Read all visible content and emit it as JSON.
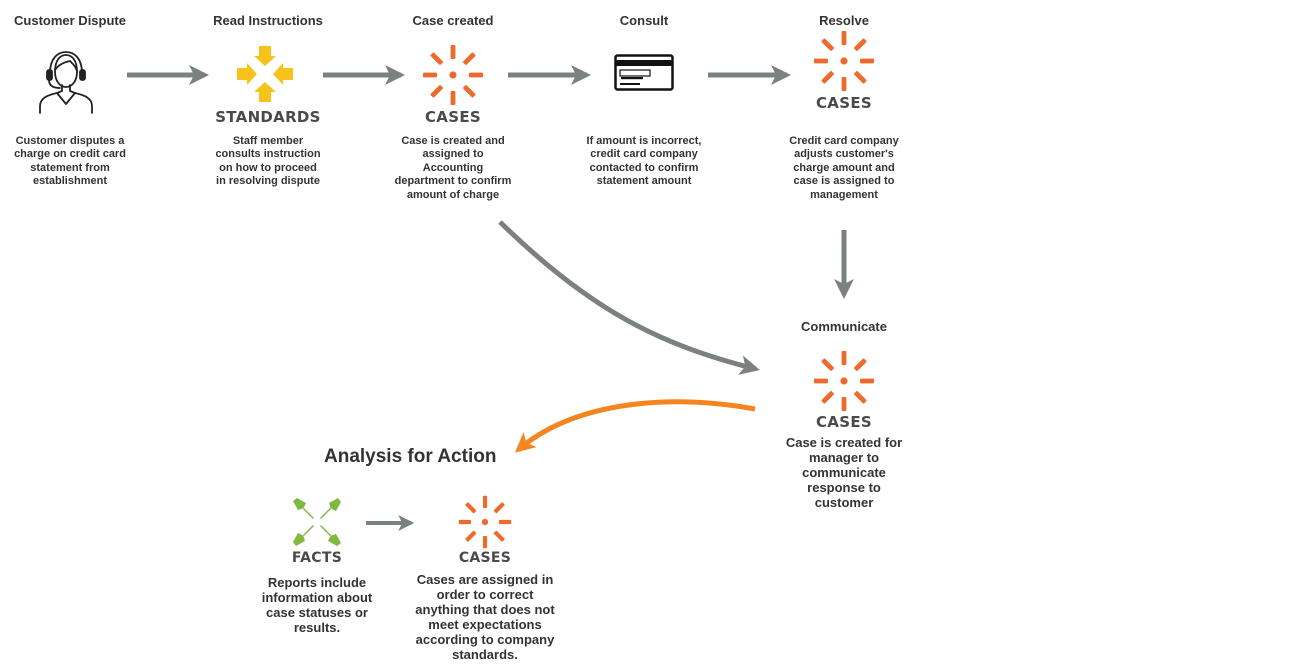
{
  "stages": [
    {
      "id": "dispute",
      "title": "Customer Dispute",
      "icon": "headset-agent-icon",
      "icon_label": "",
      "description": "Customer disputes a charge on credit card statement from establishment"
    },
    {
      "id": "instructions",
      "title": "Read Instructions",
      "icon": "standards-icon",
      "icon_label": "STANDARDS",
      "description": "Staff member consults instruction on how to proceed in resolving dispute"
    },
    {
      "id": "case-created",
      "title": "Case created",
      "icon": "cases-icon",
      "icon_label": "CASES",
      "description": "Case is created and assigned to Accounting department to confirm amount of charge"
    },
    {
      "id": "consult",
      "title": "Consult",
      "icon": "credit-card-icon",
      "icon_label": "",
      "description": "If amount is incorrect, credit card company contacted to confirm statement amount"
    },
    {
      "id": "resolve",
      "title": "Resolve",
      "icon": "cases-icon",
      "icon_label": "CASES",
      "description": "Credit card company adjusts customer's charge amount and case is assigned to management"
    },
    {
      "id": "communicate",
      "title": "Communicate",
      "icon": "cases-icon",
      "icon_label": "CASES",
      "description": "Case is created for manager to communicate response to customer"
    }
  ],
  "analysis": {
    "title": "Analysis for Action",
    "items": [
      {
        "id": "facts",
        "icon": "facts-icon",
        "icon_label": "FACTS",
        "description": "Reports include information about case statuses or results."
      },
      {
        "id": "cases",
        "icon": "cases-icon",
        "icon_label": "CASES",
        "description": "Cases are assigned in order to correct anything that does not meet expectations according to company standards."
      }
    ]
  },
  "colors": {
    "cases_orange": "#ee6a2c",
    "standards_yellow": "#f8c21c",
    "facts_green": "#80b941",
    "arrow_gray": "#7b8081",
    "arrow_orange": "#f5861f",
    "text": "#333333"
  }
}
